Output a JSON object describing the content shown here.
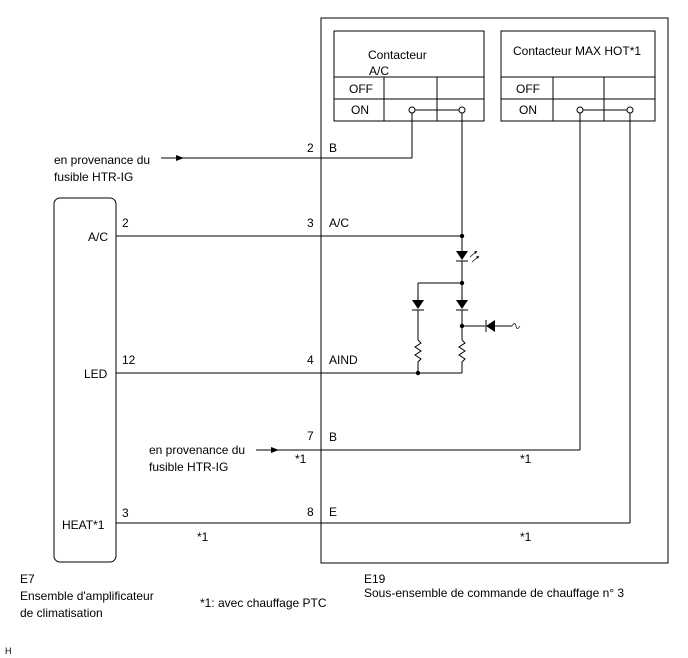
{
  "switches": {
    "ac_title_1": "Contacteur",
    "ac_title_2": "A/C",
    "maxhot_title": "Contacteur MAX HOT*1",
    "off": "OFF",
    "on": "ON"
  },
  "left_module": {
    "pin_ac": "A/C",
    "pin_led": "LED",
    "pin_heat": "HEAT*1",
    "num_ac": "2",
    "num_led": "12",
    "num_heat": "3"
  },
  "right_module_pins": {
    "n2": "2",
    "l2": "B",
    "n3": "3",
    "l3": "A/C",
    "n4": "4",
    "l4": "AIND",
    "n7": "7",
    "l7": "B",
    "n8": "8",
    "l8": "E"
  },
  "fuse_top": {
    "line1": "en provenance du",
    "line2": "fusible HTR-IG"
  },
  "fuse_mid": {
    "line1": "en provenance du",
    "line2": "fusible HTR-IG"
  },
  "marks": {
    "ptc": "*1"
  },
  "labels": {
    "e7_code": "E7",
    "e7_name_1": "Ensemble d'amplificateur",
    "e7_name_2": "de climatisation",
    "e19_code": "E19",
    "e19_name": "Sous-ensemble de commande de chauffage n° 3",
    "note": "*1: avec chauffage PTC",
    "corner": "H"
  }
}
